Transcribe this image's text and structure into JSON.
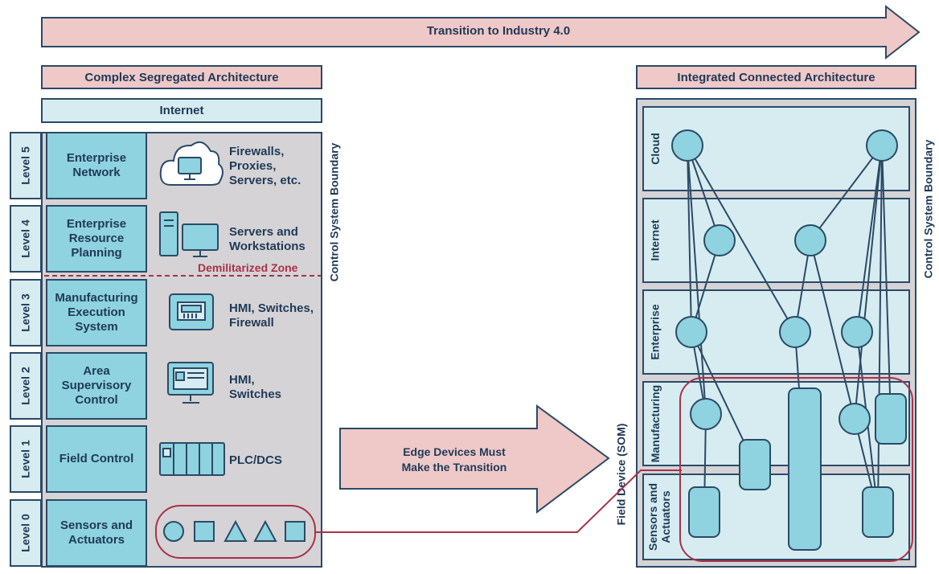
{
  "banner": {
    "title": "Transition to Industry 4.0"
  },
  "left": {
    "title": "Complex Segregated Architecture",
    "internet": "Internet",
    "boundary": "Control System Boundary",
    "dmz": "Demilitarized Zone",
    "levels": [
      {
        "level": "Level 5",
        "name": "Enterprise\nNetwork",
        "desc": "Firewalls,\nProxies,\nServers, etc.",
        "icon": "cloud-computer-icon"
      },
      {
        "level": "Level 4",
        "name": "Enterprise\nResource\nPlanning",
        "desc": "Servers and\nWorkstations",
        "icon": "server-workstation-icon"
      },
      {
        "level": "Level 3",
        "name": "Manufacturing\nExecution\nSystem",
        "desc": "HMI, Switches,\nFirewall",
        "icon": "network-port-icon"
      },
      {
        "level": "Level 2",
        "name": "Area\nSupervisory\nControl",
        "desc": "HMI,\nSwitches",
        "icon": "hmi-monitor-icon"
      },
      {
        "level": "Level 1",
        "name": "Field Control",
        "desc": "PLC/DCS",
        "icon": "plc-rack-icon"
      },
      {
        "level": "Level 0",
        "name": "Sensors and\nActuators",
        "desc": "",
        "icon": "sensor-shapes-icon"
      }
    ]
  },
  "middle": {
    "arrow_text": "Edge Devices Must\nMake the Transition",
    "field_device": "Field Device (SOM)"
  },
  "right": {
    "title": "Integrated Connected Architecture",
    "boundary": "Control System Boundary",
    "zones": [
      "Cloud",
      "Internet",
      "Enterprise",
      "Manufacturing",
      "Sensors and\nActuators"
    ]
  },
  "colors": {
    "navy": "#2b4a66",
    "pink": "#efc8c8",
    "light_blue": "#d6ecf1",
    "teal": "#8ed3df",
    "gray": "#d5d3d6",
    "maroon": "#a8324a"
  }
}
